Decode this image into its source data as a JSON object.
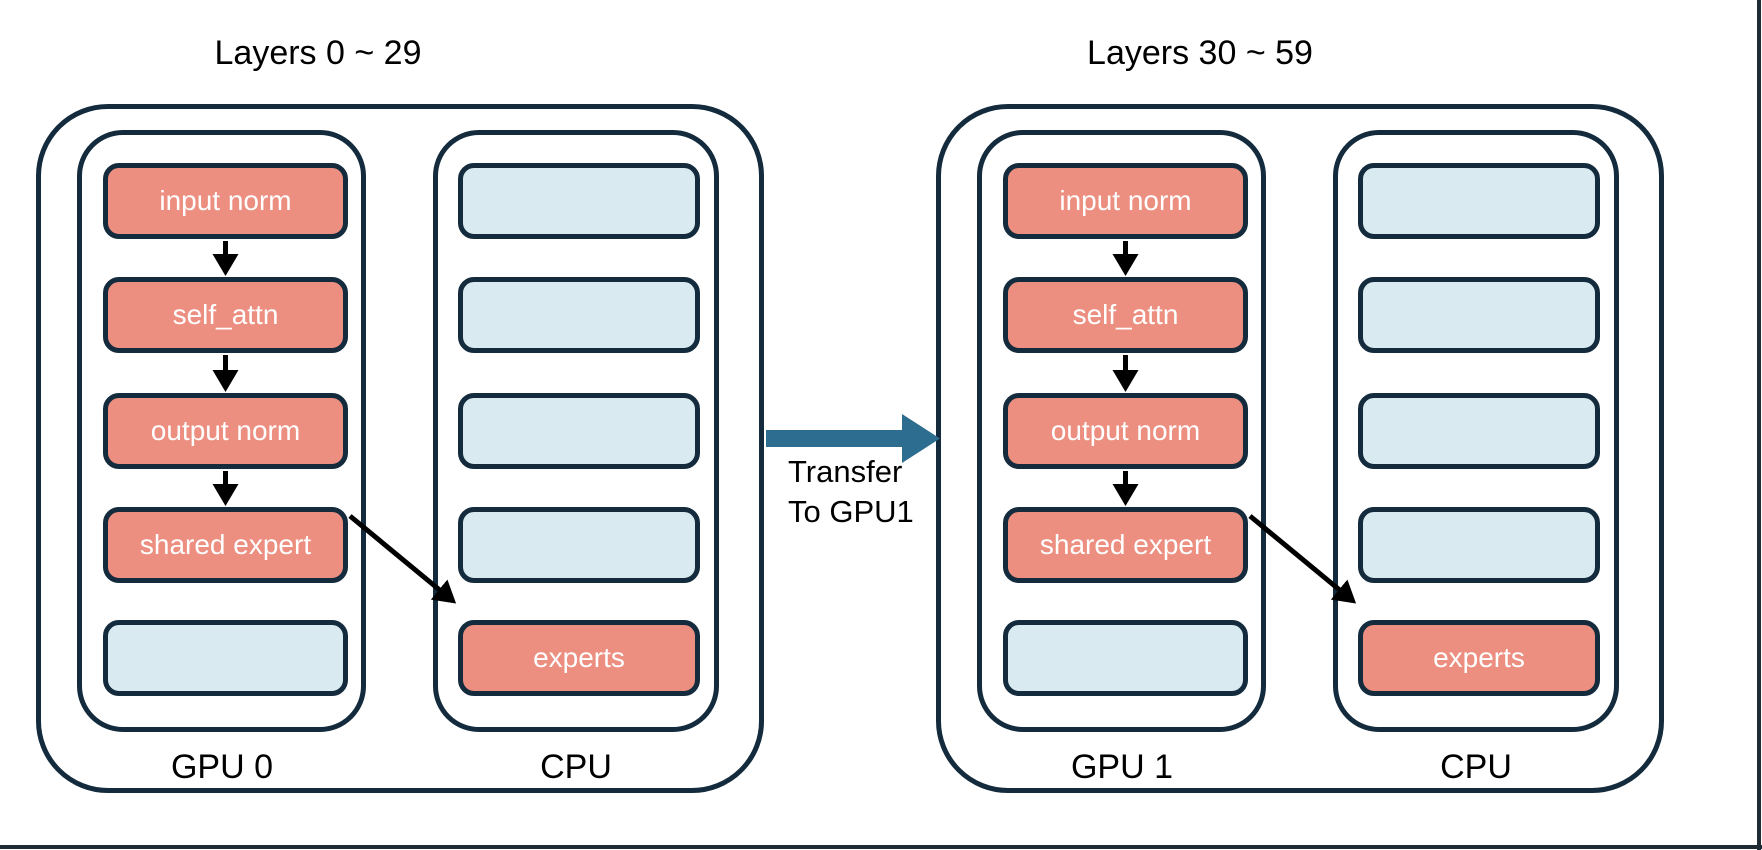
{
  "colors": {
    "outline": "#132B3C",
    "module_fill": "#EC8F80",
    "slot_fill": "#D9EAF1",
    "transfer_arrow": "#2C6D90",
    "box_text": "#FFFFFF",
    "label_text": "#000000",
    "edge_line": "#202B33"
  },
  "groups": [
    {
      "title": "Layers 0 ~ 29",
      "gpu": {
        "label": "GPU 0",
        "boxes": [
          {
            "label": "input norm",
            "type": "module"
          },
          {
            "label": "self_attn",
            "type": "module"
          },
          {
            "label": "output norm",
            "type": "module"
          },
          {
            "label": "shared expert",
            "type": "module"
          },
          {
            "label": "",
            "type": "slot"
          }
        ]
      },
      "cpu": {
        "label": "CPU",
        "boxes": [
          {
            "label": "",
            "type": "slot"
          },
          {
            "label": "",
            "type": "slot"
          },
          {
            "label": "",
            "type": "slot"
          },
          {
            "label": "",
            "type": "slot"
          },
          {
            "label": "experts",
            "type": "module"
          }
        ]
      }
    },
    {
      "title": "Layers 30 ~ 59",
      "gpu": {
        "label": "GPU 1",
        "boxes": [
          {
            "label": "input norm",
            "type": "module"
          },
          {
            "label": "self_attn",
            "type": "module"
          },
          {
            "label": "output norm",
            "type": "module"
          },
          {
            "label": "shared expert",
            "type": "module"
          },
          {
            "label": "",
            "type": "slot"
          }
        ]
      },
      "cpu": {
        "label": "CPU",
        "boxes": [
          {
            "label": "",
            "type": "slot"
          },
          {
            "label": "",
            "type": "slot"
          },
          {
            "label": "",
            "type": "slot"
          },
          {
            "label": "",
            "type": "slot"
          },
          {
            "label": "experts",
            "type": "module"
          }
        ]
      }
    }
  ],
  "transfer": {
    "label_line1": "Transfer",
    "label_line2": "To GPU1"
  }
}
